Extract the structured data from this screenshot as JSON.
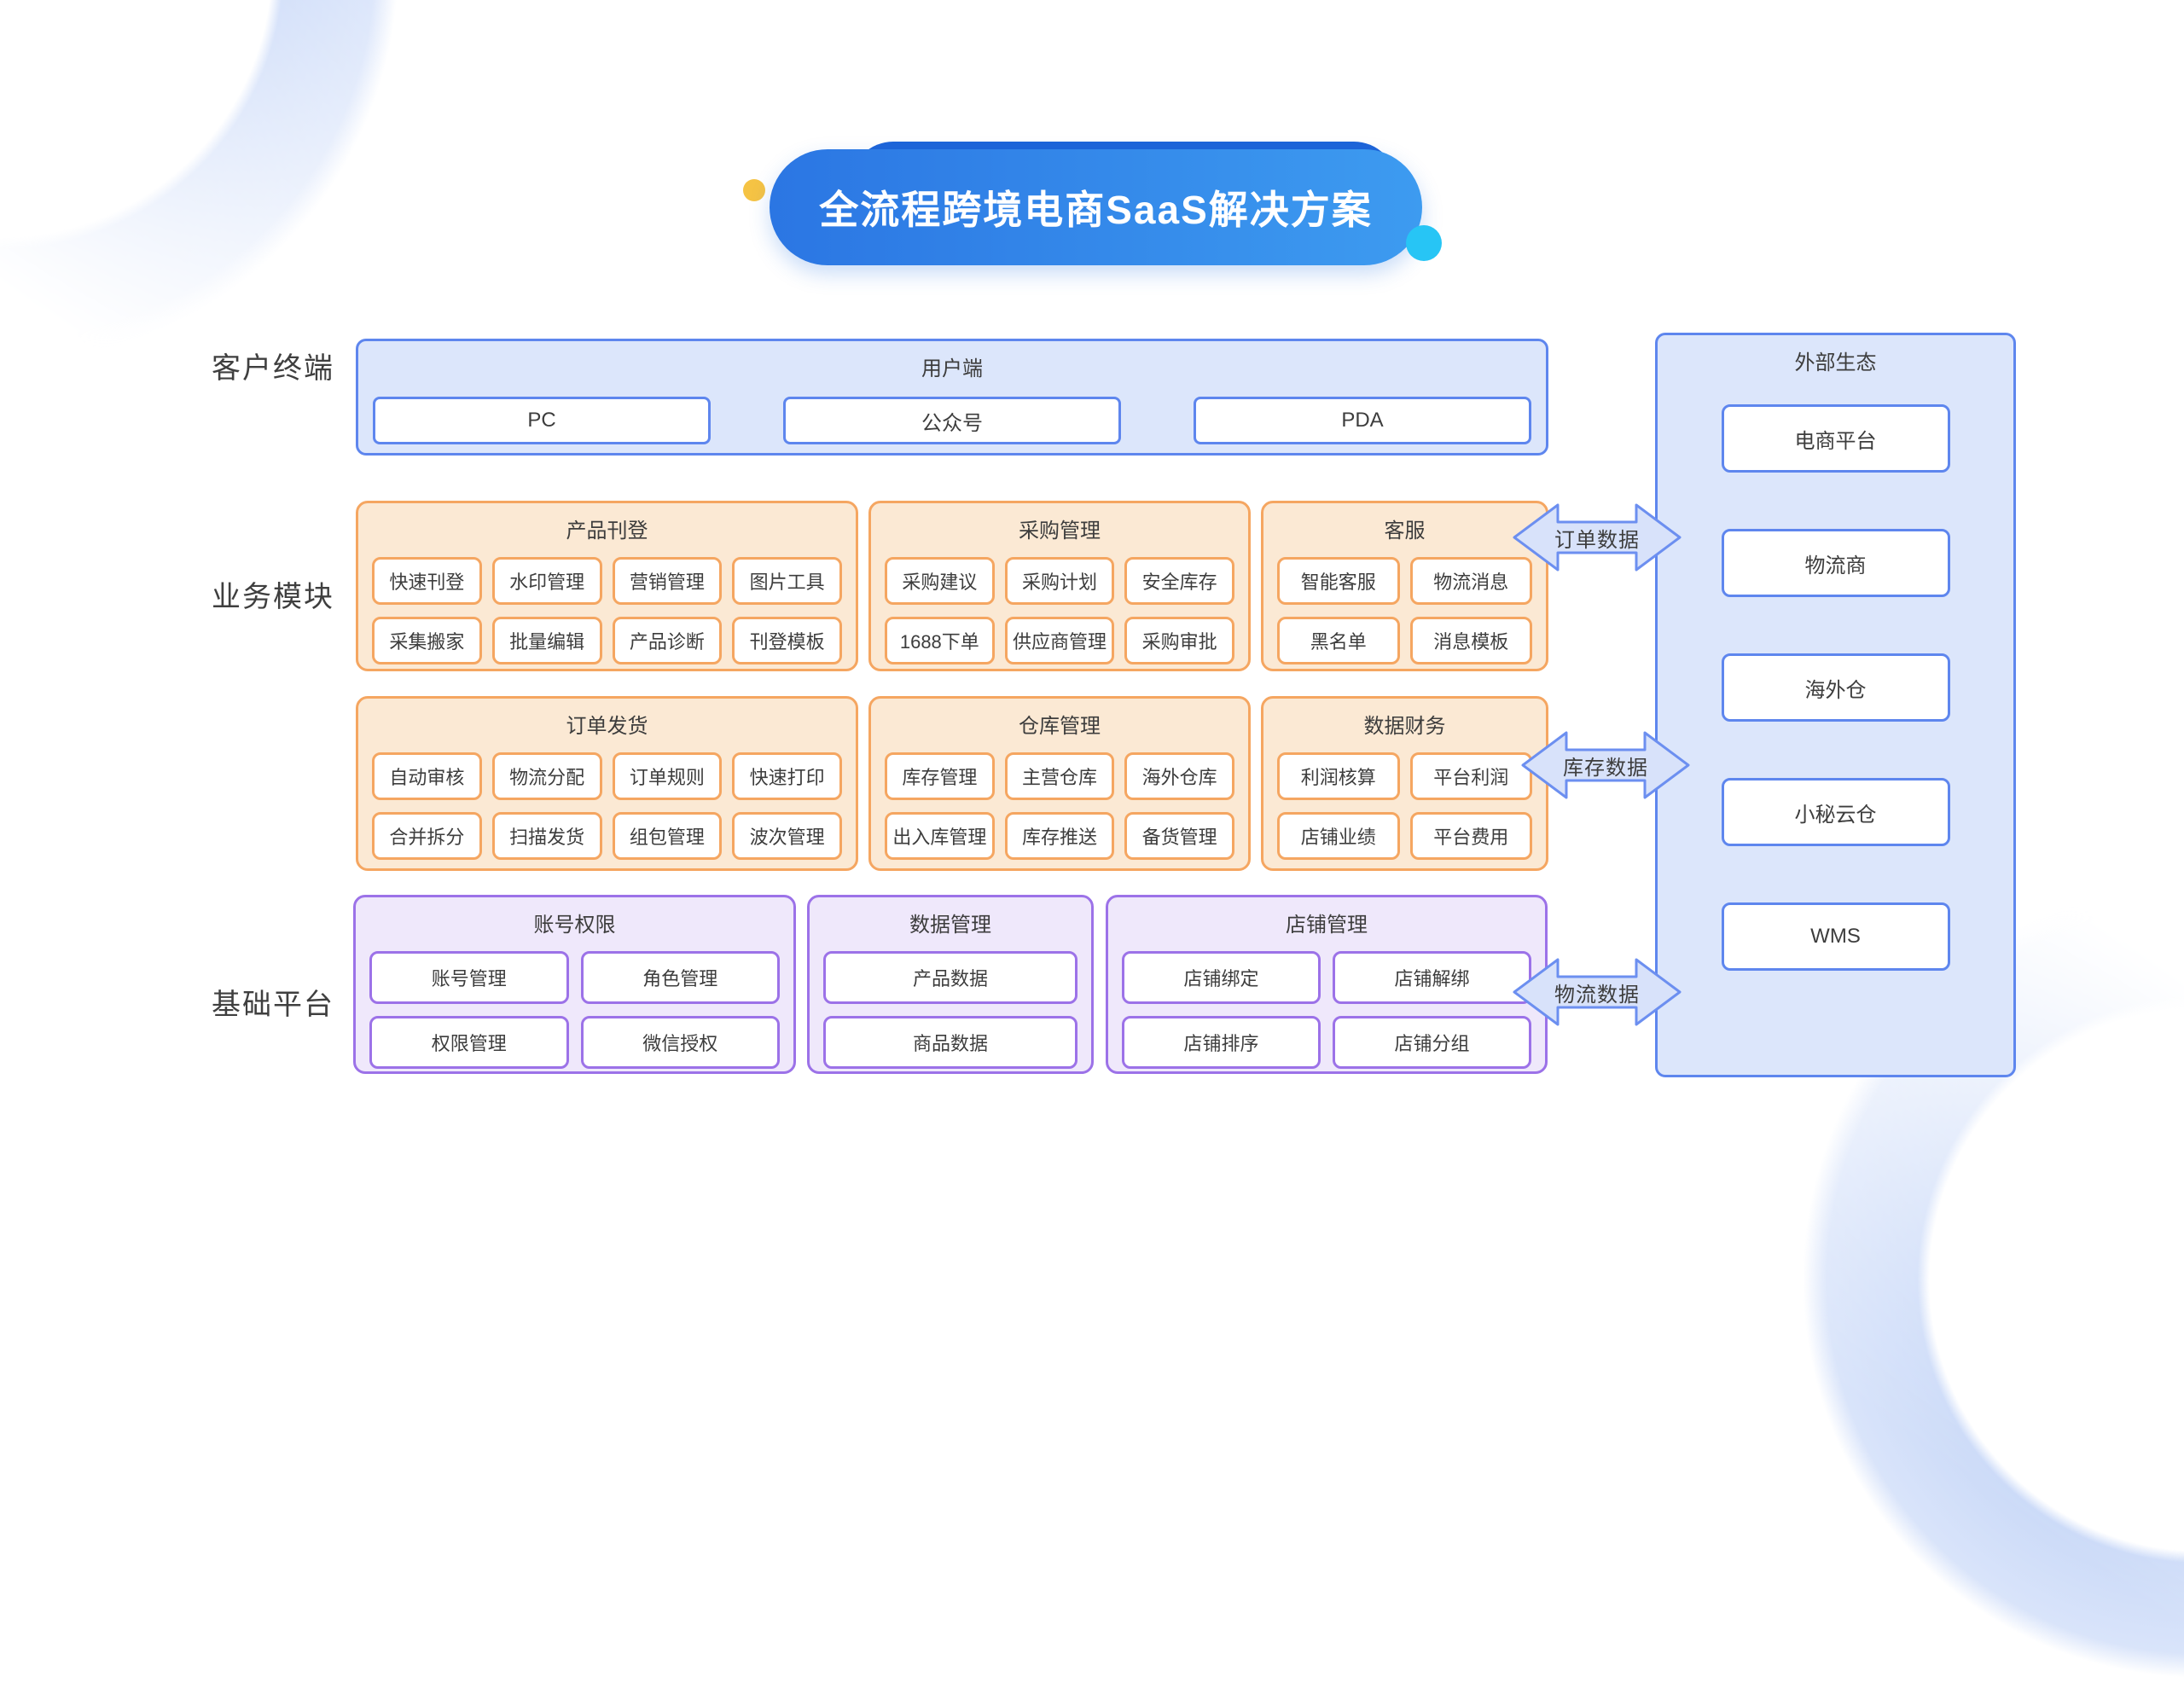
{
  "title": "全流程跨境电商SaaS解决方案",
  "side_labels": {
    "client": "客户终端",
    "business": "业务模块",
    "platform": "基础平台"
  },
  "client": {
    "group_title": "用户端",
    "items": [
      "PC",
      "公众号",
      "PDA"
    ]
  },
  "business": {
    "publish": {
      "title": "产品刊登",
      "items": [
        "快速刊登",
        "水印管理",
        "营销管理",
        "图片工具",
        "采集搬家",
        "批量编辑",
        "产品诊断",
        "刊登模板"
      ]
    },
    "purchase": {
      "title": "采购管理",
      "items": [
        "采购建议",
        "采购计划",
        "安全库存",
        "1688下单",
        "供应商管理",
        "采购审批"
      ]
    },
    "service": {
      "title": "客服",
      "items": [
        "智能客服",
        "物流消息",
        "黑名单",
        "消息模板"
      ]
    },
    "order": {
      "title": "订单发货",
      "items": [
        "自动审核",
        "物流分配",
        "订单规则",
        "快速打印",
        "合并拆分",
        "扫描发货",
        "组包管理",
        "波次管理"
      ]
    },
    "warehouse": {
      "title": "仓库管理",
      "items": [
        "库存管理",
        "主营仓库",
        "海外仓库",
        "出入库管理",
        "库存推送",
        "备货管理"
      ]
    },
    "finance": {
      "title": "数据财务",
      "items": [
        "利润核算",
        "平台利润",
        "店铺业绩",
        "平台费用"
      ]
    }
  },
  "platform": {
    "account": {
      "title": "账号权限",
      "items": [
        "账号管理",
        "角色管理",
        "权限管理",
        "微信授权"
      ]
    },
    "data": {
      "title": "数据管理",
      "items": [
        "产品数据",
        "商品数据"
      ]
    },
    "shop": {
      "title": "店铺管理",
      "items": [
        "店铺绑定",
        "店铺解绑",
        "店铺排序",
        "店铺分组"
      ]
    }
  },
  "external": {
    "title": "外部生态",
    "items": [
      "电商平台",
      "物流商",
      "海外仓",
      "小秘云仓",
      "WMS"
    ]
  },
  "arrows": {
    "order_data": "订单数据",
    "stock_data": "库存数据",
    "logistics_data": "物流数据"
  },
  "colors": {
    "blue_border": "#5E86EE",
    "blue_fill": "#DCE6FB",
    "orange_border": "#F5A661",
    "orange_fill": "#FBE9D4",
    "purple_border": "#9C72E8",
    "purple_fill": "#EFE8FB",
    "arrow_fill": "#D8E2FA",
    "arrow_border": "#6C8FF0",
    "title_grad_1": "#2B76E3",
    "title_grad_2": "#3D9BF0",
    "title_back": "#1D64D8",
    "dot_yellow": "#F5C344",
    "dot_cyan": "#27C5F5",
    "text_dark": "#3D3D3D"
  }
}
